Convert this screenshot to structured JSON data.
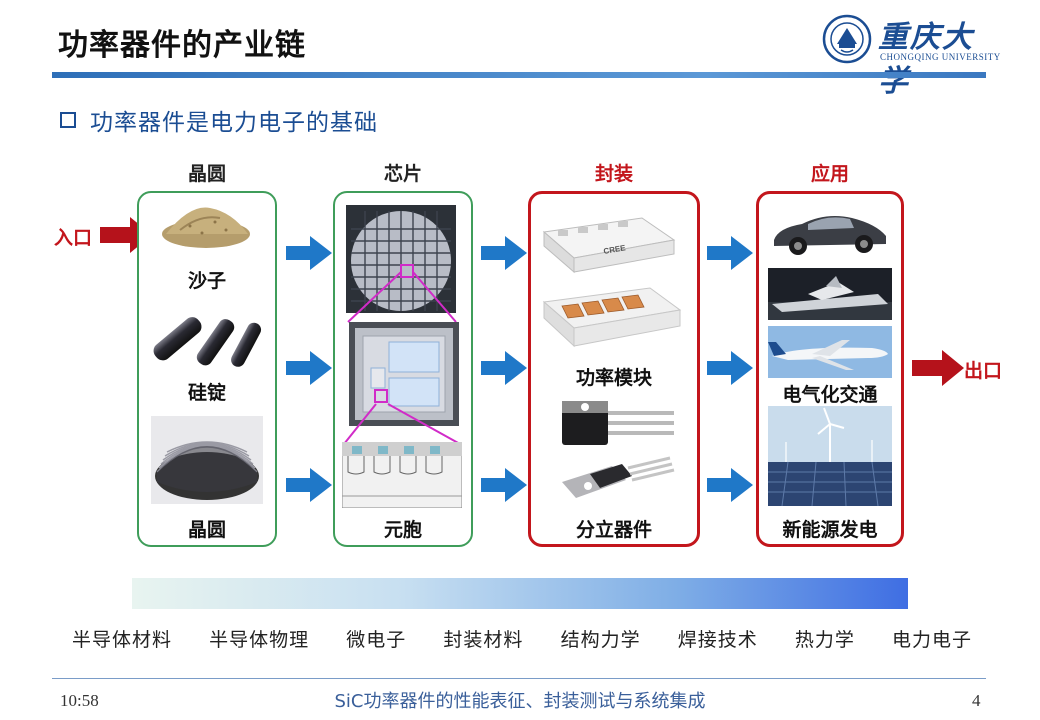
{
  "header": {
    "title": "功率器件的产业链",
    "logo_name": "重庆大学",
    "logo_english": "CHONGQING UNIVERSITY"
  },
  "bullet": "功率器件是电力电子的基础",
  "columns": {
    "wafer": {
      "heading": "晶圆",
      "items": [
        "沙子",
        "硅锭",
        "晶圆"
      ]
    },
    "chip": {
      "heading": "芯片",
      "items": [
        "元胞"
      ]
    },
    "package": {
      "heading": "封装",
      "items": [
        "功率模块",
        "分立器件"
      ]
    },
    "application": {
      "heading": "应用",
      "items": [
        "电气化交通",
        "新能源发电"
      ]
    }
  },
  "entry_label": "入口",
  "exit_label": "出口",
  "module_brand": "CREE",
  "subjects": [
    "半导体材料",
    "半导体物理",
    "微电子",
    "封装材料",
    "结构力学",
    "焊接技术",
    "热力学",
    "电力电子"
  ],
  "footer": {
    "time": "10:58",
    "title": "SiC功率器件的性能表征、封装测试与系统集成",
    "page": "4"
  },
  "colors": {
    "title_blue": "#1b4d93",
    "accent_red": "#c3161c",
    "panel_green": "#3f9d5a",
    "arrow_blue": "#1f78c8"
  },
  "icons": [
    "checkbox-bullet-icon",
    "blue-arrow-icon",
    "red-arrow-icon",
    "university-seal-icon"
  ]
}
